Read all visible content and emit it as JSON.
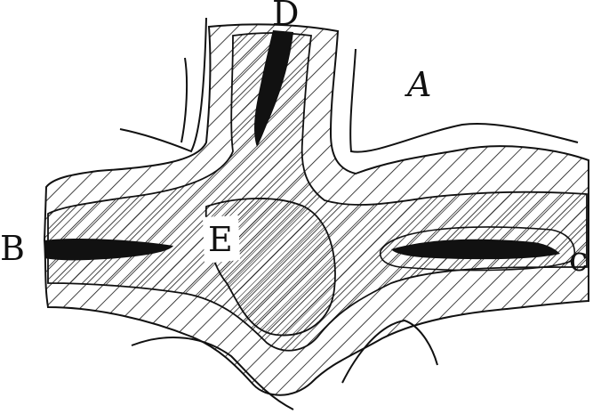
{
  "figure": {
    "labels": {
      "a": "A",
      "b": "B",
      "c": "c",
      "d": "D",
      "e": "E"
    },
    "colors": {
      "ink": "#111111",
      "paper": "#ffffff"
    }
  }
}
